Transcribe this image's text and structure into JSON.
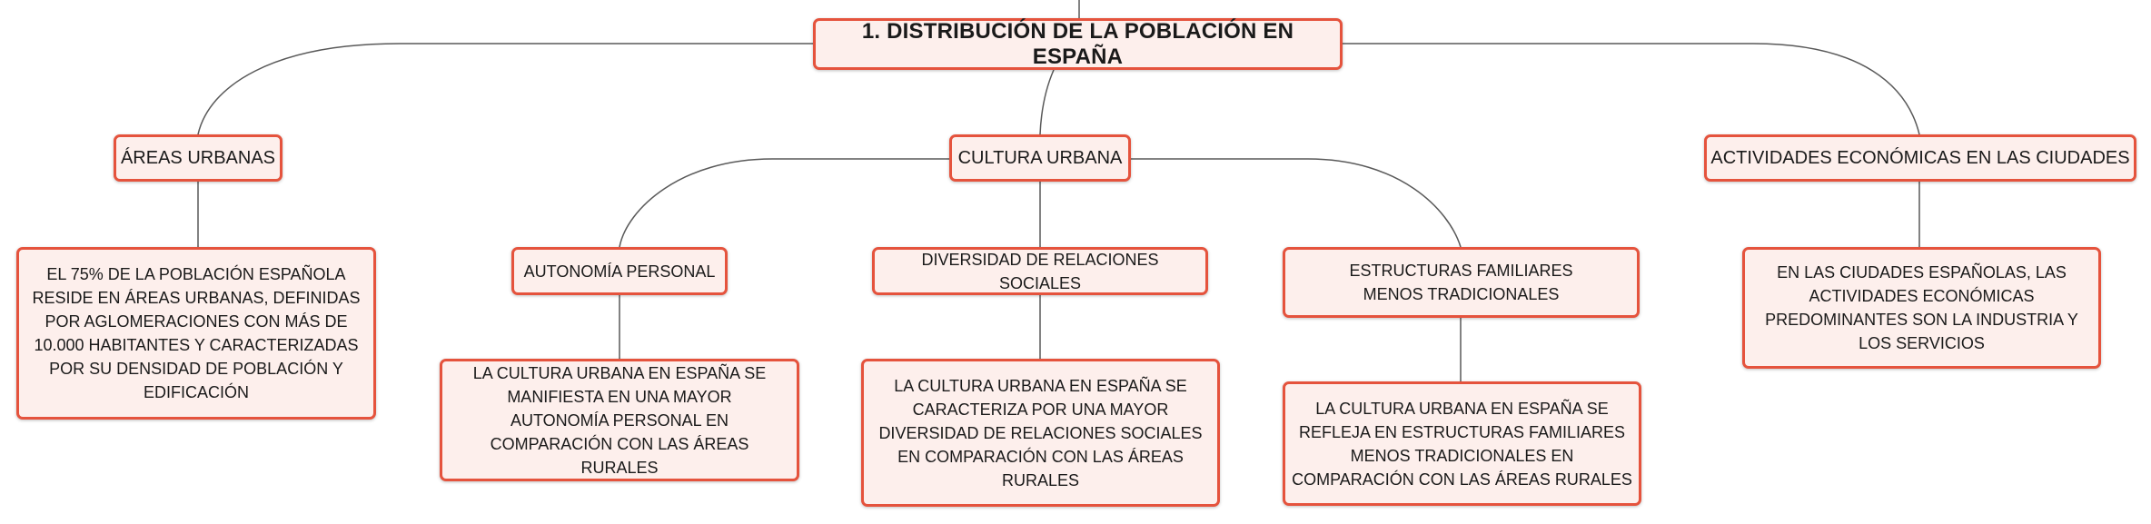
{
  "central": {
    "title": "1. DISTRIBUCIÓN DE LA POBLACIÓN EN ESPAÑA"
  },
  "main_topics": {
    "urban_areas": "ÁREAS URBANAS",
    "urban_culture": "CULTURA URBANA",
    "economic_activities": "ACTIVIDADES ECONÓMICAS EN LAS CIUDADES"
  },
  "subtopics": {
    "personal_autonomy": "AUTONOMÍA PERSONAL",
    "social_relations": "DIVERSIDAD DE RELACIONES SOCIALES",
    "family_structures": "ESTRUCTURAS FAMILIARES MENOS TRADICIONALES"
  },
  "details": {
    "urban_areas": "EL 75% DE LA POBLACIÓN ESPAÑOLA RESIDE EN ÁREAS URBANAS, DEFINIDAS POR AGLOMERACIONES CON MÁS DE 10.000 HABITANTES Y CARACTERIZADAS POR SU DENSIDAD DE POBLACIÓN Y EDIFICACIÓN",
    "personal_autonomy": "LA CULTURA URBANA EN ESPAÑA SE MANIFIESTA EN UNA MAYOR AUTONOMÍA PERSONAL EN COMPARACIÓN CON LAS ÁREAS RURALES",
    "social_relations": "LA CULTURA URBANA EN ESPAÑA SE CARACTERIZA POR UNA MAYOR DIVERSIDAD DE RELACIONES SOCIALES EN COMPARACIÓN CON LAS ÁREAS RURALES",
    "family_structures": "LA CULTURA URBANA EN ESPAÑA SE REFLEJA EN ESTRUCTURAS FAMILIARES MENOS TRADICIONALES EN COMPARACIÓN CON LAS ÁREAS RURALES",
    "economic_activities": "EN LAS CIUDADES ESPAÑOLAS, LAS ACTIVIDADES ECONÓMICAS PREDOMINANTES SON LA INDUSTRIA Y LOS SERVICIOS"
  },
  "colors": {
    "node_border": "#e5533d",
    "node_fill": "#fdefec",
    "connector": "#595959"
  }
}
